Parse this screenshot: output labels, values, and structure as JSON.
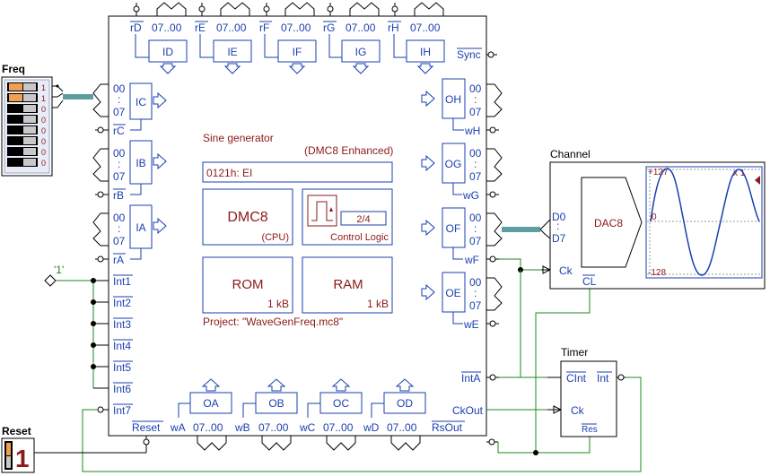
{
  "mcu": {
    "title": "Sine generator",
    "subtitle": "(DMC8 Enhanced)",
    "instruction": "0121h:  EI",
    "cpu_label": "DMC8",
    "cpu_sub": "(CPU)",
    "control_label": "Control Logic",
    "control_ratio": "2/4",
    "rom_label": "ROM",
    "rom_size": "1 kB",
    "ram_label": "RAM",
    "ram_size": "1 kB",
    "project": "Project: \"WaveGenFreq.mc8\"",
    "top_ports": [
      {
        "reg": "rD",
        "range": "07..00",
        "box": "ID"
      },
      {
        "reg": "rE",
        "range": "07..00",
        "box": "IE"
      },
      {
        "reg": "rF",
        "range": "07..00",
        "box": "IF"
      },
      {
        "reg": "rG",
        "range": "07..00",
        "box": "IG"
      },
      {
        "reg": "rH",
        "range": "07..00",
        "box": "IH"
      }
    ],
    "sync": "Sync",
    "left_ports": [
      {
        "hi": "00",
        "lo": "07",
        "box": "IC",
        "reg": "rC"
      },
      {
        "hi": "00",
        "lo": "07",
        "box": "IB",
        "reg": "rB"
      },
      {
        "hi": "00",
        "lo": "07",
        "box": "IA",
        "reg": "rA"
      }
    ],
    "right_ports": [
      {
        "hi": "00",
        "lo": "07",
        "box": "OH",
        "reg": "wH"
      },
      {
        "hi": "00",
        "lo": "07",
        "box": "OG",
        "reg": "wG"
      },
      {
        "hi": "00",
        "lo": "07",
        "box": "OF",
        "reg": "wF"
      },
      {
        "hi": "00",
        "lo": "07",
        "box": "OE",
        "reg": "wE"
      }
    ],
    "interrupts": [
      "Int1",
      "Int2",
      "Int3",
      "Int4",
      "Int5",
      "Int6",
      "Int7"
    ],
    "int_a": "IntA",
    "ckout": "CkOut",
    "reset": "Reset",
    "rsout": "RsOut",
    "bottom_ports": [
      {
        "reg": "wA",
        "range": "07..00",
        "box": "OA"
      },
      {
        "reg": "wB",
        "range": "07..00",
        "box": "OB"
      },
      {
        "reg": "wC",
        "range": "07..00",
        "box": "OC"
      },
      {
        "reg": "wD",
        "range": "07..00",
        "box": "OD"
      }
    ]
  },
  "freq": {
    "label": "Freq",
    "bits": [
      "1",
      "1",
      "0",
      "0",
      "0",
      "0",
      "0",
      "0"
    ]
  },
  "constant_label": "'1'",
  "channel": {
    "label": "Channel",
    "d0": "D0",
    "d7": "D7",
    "ck": "Ck",
    "cl": "CL",
    "dac": "DAC8",
    "scope_max": "+127",
    "scope_zero": "0",
    "scope_min": "-128",
    "scope_scale": "x 1"
  },
  "timer": {
    "label": "Timer",
    "clnt": "CInt",
    "int": "Int",
    "ck": "Ck",
    "res": "Res"
  },
  "reset_ctl": {
    "label": "Reset",
    "value": "1"
  },
  "colors": {
    "label_blue": "#1a3fb0",
    "text_red": "#8b1a1a",
    "wire_green": "#1f8a1f",
    "bus_teal": "#5f9ea0",
    "switch_orange": "#f0a050",
    "panel_bg": "#e8ecf6"
  }
}
